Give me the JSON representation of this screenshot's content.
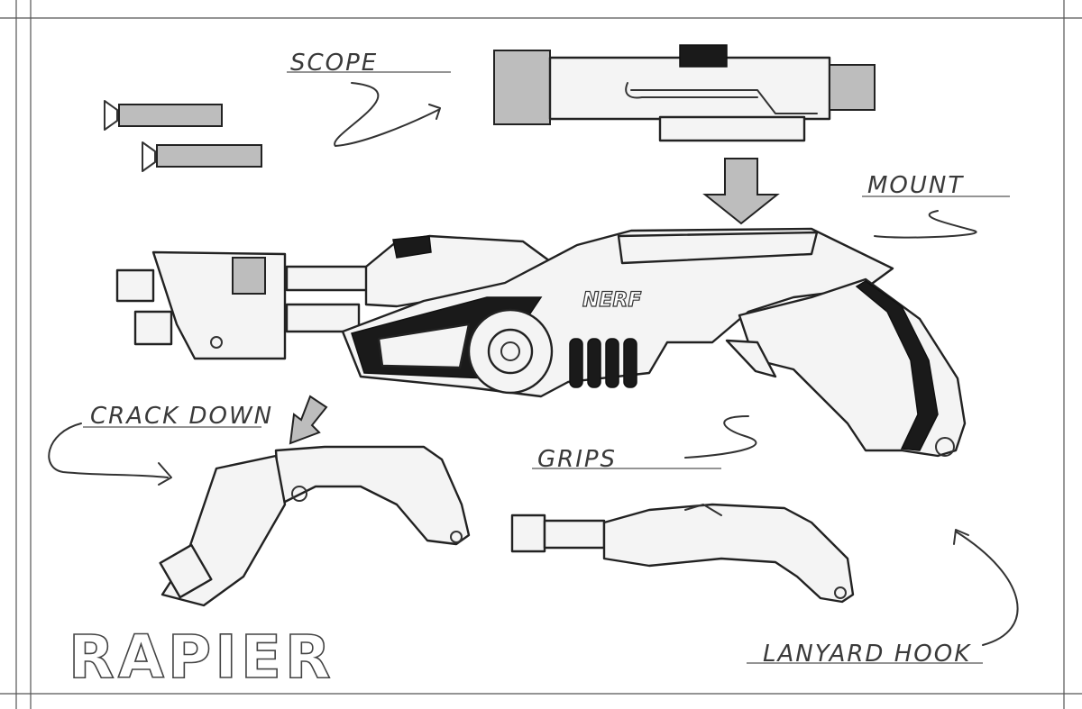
{
  "labels": {
    "scope": "SCOPE",
    "mount": "MOUNT",
    "crack_down": "CRACK DOWN",
    "grips": "GRIPS",
    "lanyard_hook": "LANYARD HOOK",
    "title": "RAPIER",
    "brand": "NERF"
  }
}
